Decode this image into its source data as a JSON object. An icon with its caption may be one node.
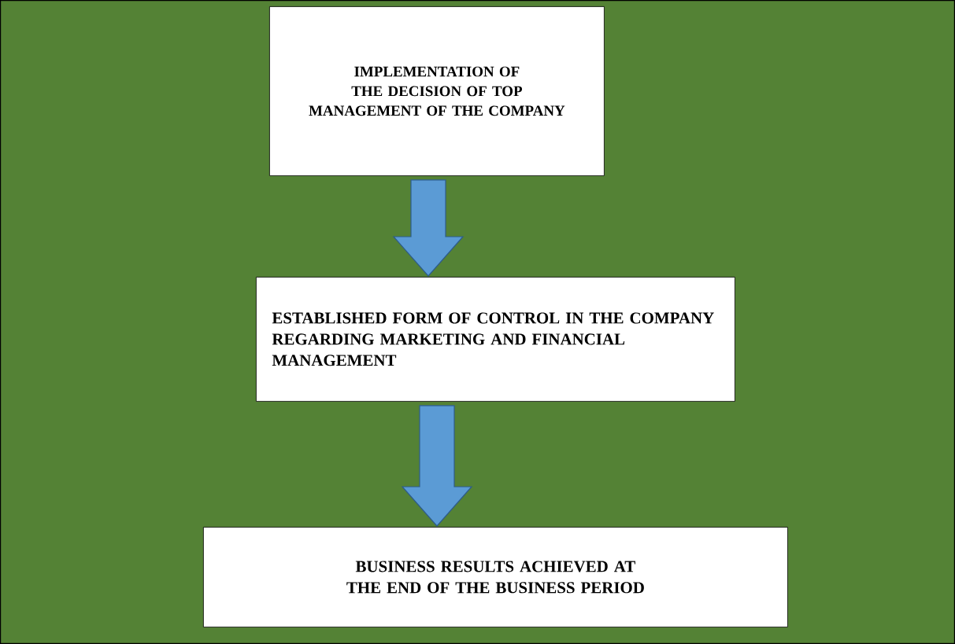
{
  "diagram": {
    "nodes": [
      {
        "text": [
          "IMPLEMENTATION OF THE DECISION OF TOP MANAGEMENT OF THE COMPANY"
        ]
      },
      {
        "text": [
          "ESTABLISHED FORM OF CONTROL IN THE COMPANY REGARDING MARKETING AND FINANCIAL MANAGEMENT"
        ]
      },
      {
        "text": [
          "BUSINESS RESULTS ACHIEVED AT THE END OF THE BUSINESS PERIOD"
        ]
      }
    ],
    "edges": [
      {
        "from": 0,
        "to": 1,
        "arrow": "to"
      },
      {
        "from": 1,
        "to": 2,
        "arrow": "to"
      }
    ]
  }
}
